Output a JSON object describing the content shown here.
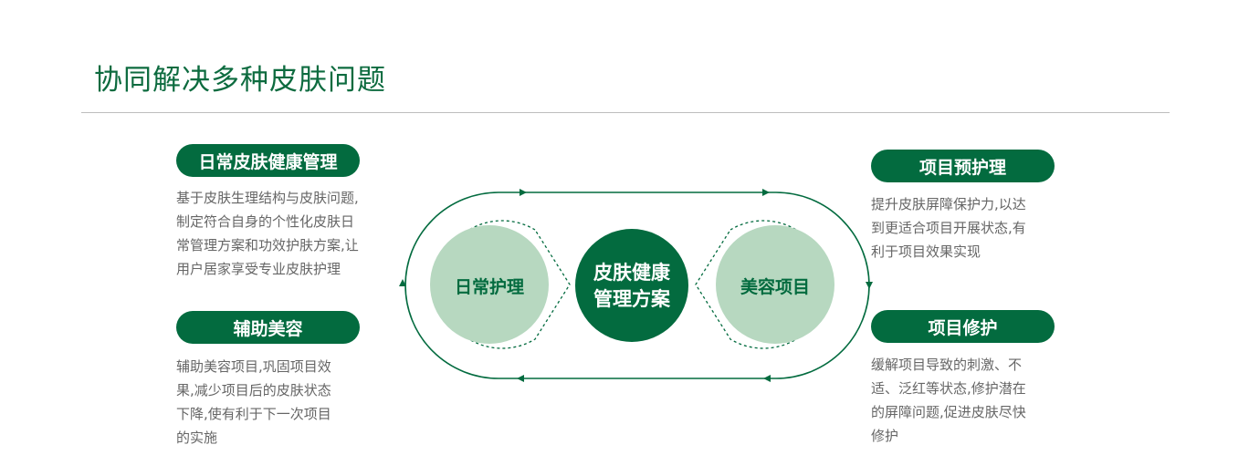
{
  "title": "协同解决多种皮肤问题",
  "left": {
    "top": {
      "heading": "日常皮肤健康管理",
      "lines": [
        "基于皮肤生理结构与皮肤问题,",
        "制定符合自身的个性化皮肤日",
        "常管理方案和功效护肤方案,让",
        "用户居家享受专业皮肤护理"
      ]
    },
    "bottom": {
      "heading": "辅助美容",
      "lines": [
        "辅助美容项目,巩固项目效",
        "果,减少项目后的皮肤状态",
        "下降,使有利于下一次项目",
        "的实施"
      ]
    }
  },
  "right": {
    "top": {
      "heading": "项目预护理",
      "lines": [
        "提升皮肤屏障保护力,以达",
        "到更适合项目开展状态,有",
        "利于项目效果实现"
      ]
    },
    "bottom": {
      "heading": "项目修护",
      "lines": [
        "缓解项目导致的刺激、不",
        "适、泛红等状态,修护潜在",
        "的屏障问题,促进皮肤尽快",
        "修护"
      ]
    }
  },
  "diagram": {
    "left_circle": "日常护理",
    "center_circle_line1": "皮肤健康",
    "center_circle_line2": "管理方案",
    "right_circle": "美容项目"
  },
  "colors": {
    "primary": "#036b3f",
    "light": "#b7d8c0",
    "text": "#666666",
    "rule": "#bdbdbd"
  }
}
